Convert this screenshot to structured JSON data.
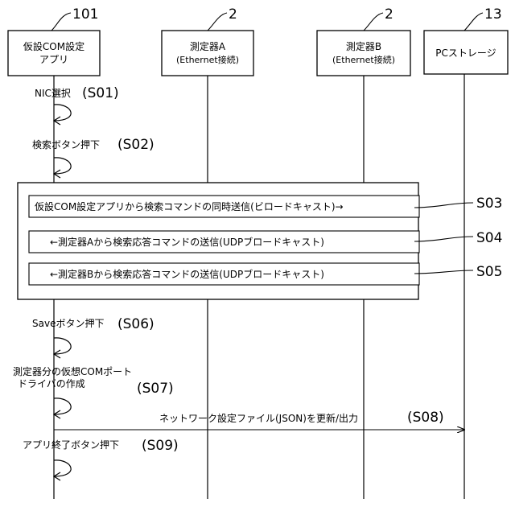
{
  "actors": [
    {
      "ref": "101",
      "line1": "仮設COM設定",
      "line2": "アプリ"
    },
    {
      "ref": "2",
      "line1": "測定器A",
      "line2": "(Ethernet接続)"
    },
    {
      "ref": "2",
      "line1": "測定器B",
      "line2": "(Ethernet接続)"
    },
    {
      "ref": "13",
      "line1": "PCストレージ",
      "line2": ""
    }
  ],
  "steps": {
    "s01": {
      "label": "NIC選択",
      "code": "(S01)"
    },
    "s02": {
      "label": "検索ボタン押下",
      "code": "(S02)"
    },
    "s03": {
      "label": "仮設COM設定アプリから検索コマンドの同時送信(ビロードキャスト)→",
      "code": "S03"
    },
    "s04": {
      "label": "←測定器Aから検索応答コマンドの送信(UDPブロードキャスト)",
      "code": "S04"
    },
    "s05": {
      "label": "←測定器Bから検索応答コマンドの送信(UDPブロードキャスト)",
      "code": "S05"
    },
    "s06": {
      "label": "Saveボタン押下",
      "code": "(S06)"
    },
    "s07": {
      "line1": "測定器分の仮想COMポート",
      "line2": "ドライバの作成",
      "code": "(S07)"
    },
    "s08": {
      "label": "ネットワーク設定ファイル(JSON)を更新/出力",
      "code": "(S08)"
    },
    "s09": {
      "label": "アプリ終了ボタン押下",
      "code": "(S09)"
    }
  }
}
